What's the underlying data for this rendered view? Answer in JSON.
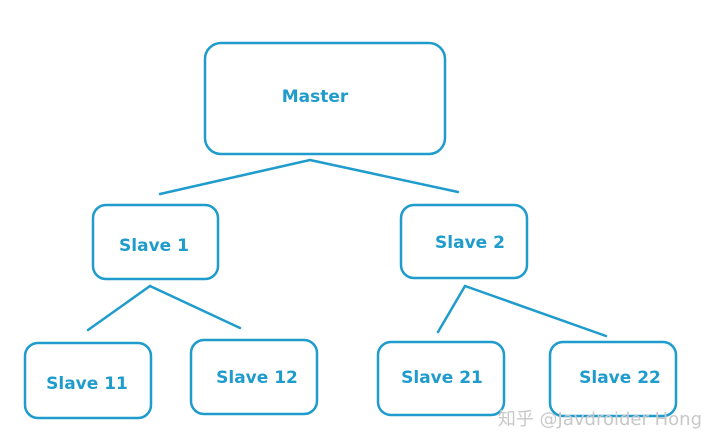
{
  "diagram": {
    "nodes": {
      "master": {
        "label": "Master"
      },
      "slave_1": {
        "label": "Slave 1"
      },
      "slave_2": {
        "label": "Slave 2"
      },
      "slave_11": {
        "label": "Slave 11"
      },
      "slave_12": {
        "label": "Slave 12"
      },
      "slave_21": {
        "label": "Slave 21"
      },
      "slave_22": {
        "label": "Slave 22"
      }
    },
    "edges": [
      {
        "from": "master",
        "to": "slave_1"
      },
      {
        "from": "master",
        "to": "slave_2"
      },
      {
        "from": "slave_1",
        "to": "slave_11"
      },
      {
        "from": "slave_1",
        "to": "slave_12"
      },
      {
        "from": "slave_2",
        "to": "slave_21"
      },
      {
        "from": "slave_2",
        "to": "slave_22"
      }
    ],
    "colors": {
      "stroke": "#1f9ccc",
      "text": "#1f9ccc",
      "watermark": "#c8c8c8"
    }
  },
  "watermark": {
    "text": "知乎 @Javdroider Hong"
  }
}
